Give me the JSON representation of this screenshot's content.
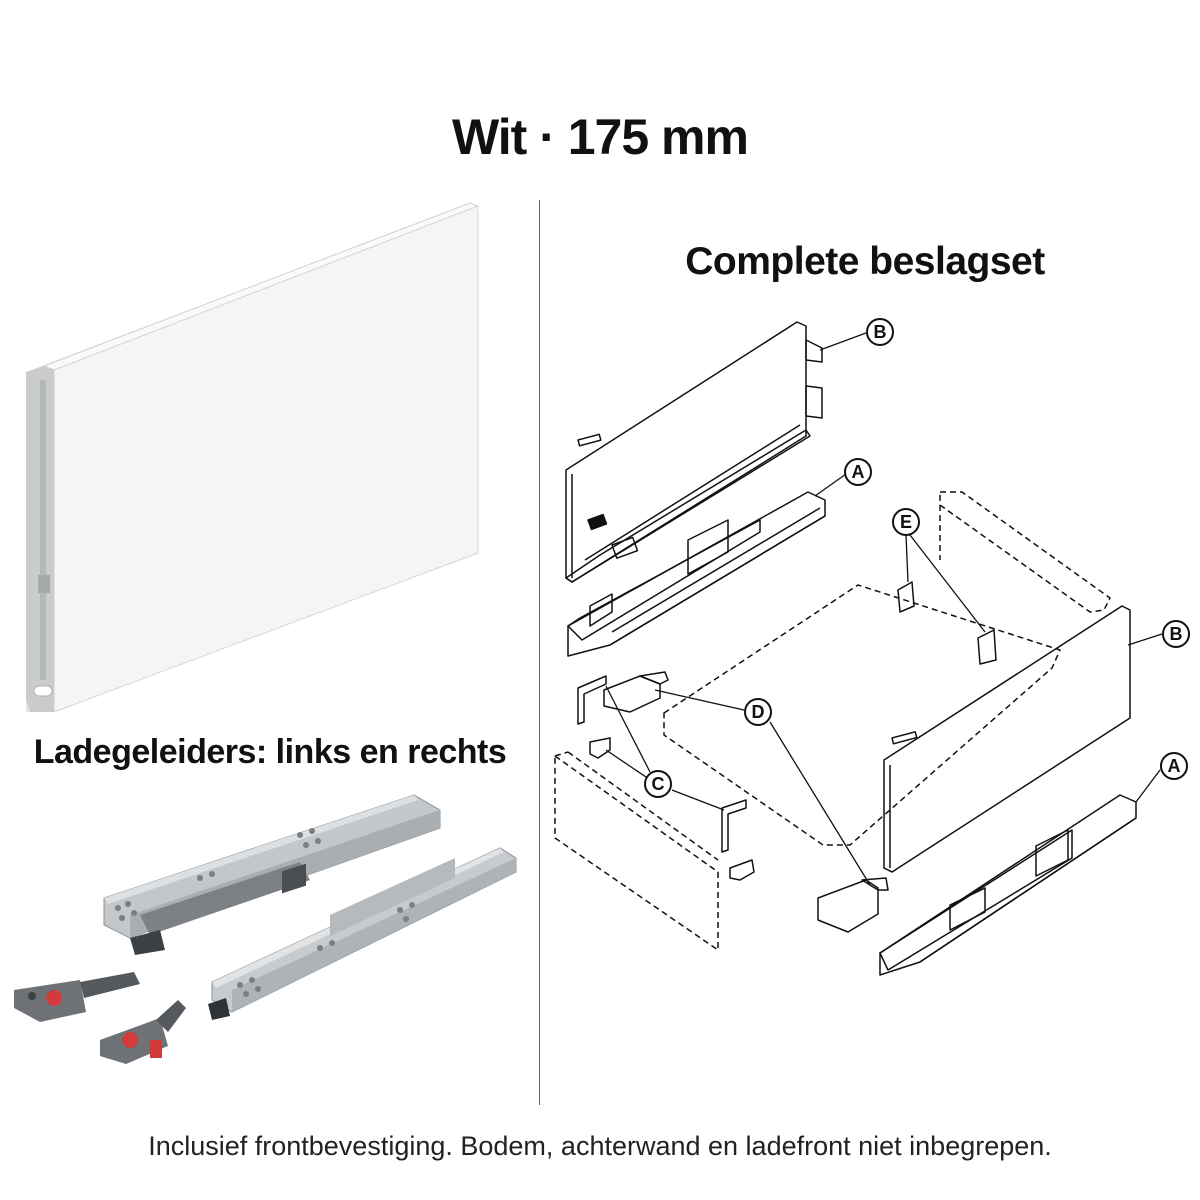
{
  "header": {
    "title": "Wit · 175 mm"
  },
  "panel": {
    "title": "Complete beslagset"
  },
  "rails": {
    "title": "Ladegeleiders: links en rechts"
  },
  "callouts": {
    "a": "A",
    "b": "B",
    "c": "C",
    "d": "D",
    "e": "E"
  },
  "footer": {
    "note": "Inclusief frontbevestiging. Bodem, achterwand en ladefront niet inbegrepen."
  },
  "colors": {
    "panel_white": "#f4f5f4",
    "rail_steel": "#b9bdc0",
    "clip_grey": "#6e7175",
    "clip_red": "#d23b3b"
  }
}
